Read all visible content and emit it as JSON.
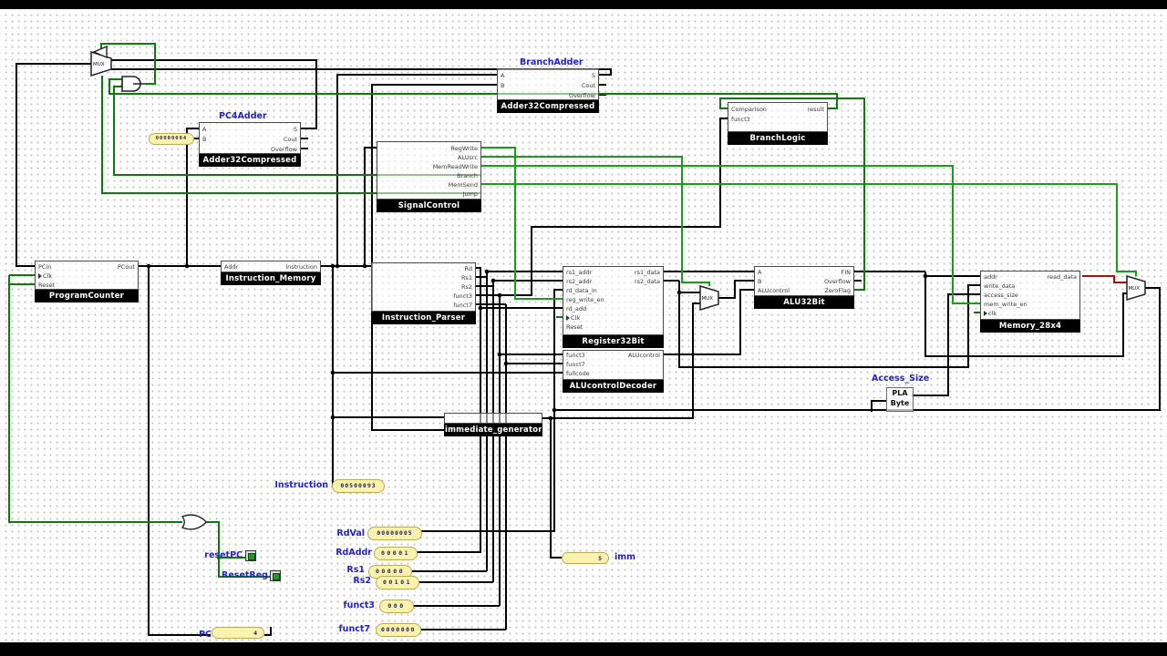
{
  "colors": {
    "wire_bus": "#000000",
    "wire_green_bright": "#17a017",
    "wire_green_dark": "#0d7a0d",
    "wire_red": "#aa1111",
    "probe_fill": "#fbf2ae",
    "label_blue": "#2222c8",
    "block_bar": "#000000"
  },
  "mux_label": "MUX",
  "blocks": {
    "pc4_adder": {
      "title": "PC4Adder",
      "type": "Adder32Compressed",
      "inputs": [
        "A",
        "B"
      ],
      "outputs": [
        "S",
        "Cout",
        "Overflow"
      ]
    },
    "branch_adder": {
      "title": "BranchAdder",
      "type": "Adder32Compressed",
      "inputs": [
        "A",
        "B"
      ],
      "outputs": [
        "S",
        "Cout",
        "Overflow"
      ]
    },
    "signal_control": {
      "type": "SignalControl",
      "outputs": [
        "RegWrite",
        "ALUsrc",
        "MemReadWrite",
        "Branch",
        "MemSend",
        "Jump"
      ]
    },
    "branch_logic": {
      "type": "BranchLogic",
      "inputs": [
        "Comparison",
        "funct3"
      ],
      "outputs": [
        "result"
      ]
    },
    "program_counter": {
      "type": "ProgramCounter",
      "inputs": [
        "PCin",
        "Clk",
        "Reset"
      ],
      "outputs": [
        "PCout"
      ]
    },
    "instruction_memory": {
      "type": "Instruction_Memory",
      "inputs": [
        "Addr"
      ],
      "outputs": [
        "Instruction"
      ]
    },
    "instruction_parser": {
      "type": "Instruction_Parser",
      "outputs": [
        "Rd",
        "Rs1",
        "Rs2",
        "funct3",
        "funct7"
      ]
    },
    "register_file": {
      "type": "Register32Bit",
      "inputs": [
        "rs1_addr",
        "rs2_addr",
        "rd_data_in",
        "reg_write_en",
        "rd_add",
        "Clk",
        "Reset"
      ],
      "outputs": [
        "rs1_data",
        "rs2_data"
      ]
    },
    "alu_control_decoder": {
      "type": "ALUcontrolDecoder",
      "inputs": [
        "funct3",
        "funct7",
        "fullcode"
      ],
      "outputs": [
        "ALUcontrol"
      ]
    },
    "alu": {
      "type": "ALU32Bit",
      "inputs": [
        "A",
        "B",
        "ALUcontrol"
      ],
      "outputs": [
        "FIN",
        "Overflow",
        "ZeroFlag"
      ]
    },
    "memory": {
      "type": "Memory_28x4",
      "inputs": [
        "addr",
        "write_data",
        "access_size",
        "mem_write_en",
        "clk"
      ],
      "outputs": [
        "read_data"
      ]
    },
    "immediate_generator": {
      "type": "immediate_generator"
    },
    "access_size": {
      "title": "Access_Size",
      "line1": "PLA",
      "line2": "Byte"
    }
  },
  "constants": {
    "pc4_b": "00000004"
  },
  "probes": {
    "instruction": {
      "label": "Instruction",
      "value": "00500093"
    },
    "rdval": {
      "label": "RdVal",
      "value": "00000005"
    },
    "rdaddr": {
      "label": "RdAddr",
      "value": "00001"
    },
    "rs1": {
      "label": "Rs1",
      "value": "00000"
    },
    "rs2": {
      "label": "Rs2",
      "value": "00101"
    },
    "funct3": {
      "label": "funct3",
      "value": "000"
    },
    "funct7": {
      "label": "funct7",
      "value": "0000000"
    },
    "pc": {
      "label": "PC",
      "value": "4"
    },
    "imm": {
      "label": "imm",
      "value": "5"
    }
  },
  "buttons": {
    "reset_pc": "resetPC",
    "reset_reg": "ResetReg"
  }
}
